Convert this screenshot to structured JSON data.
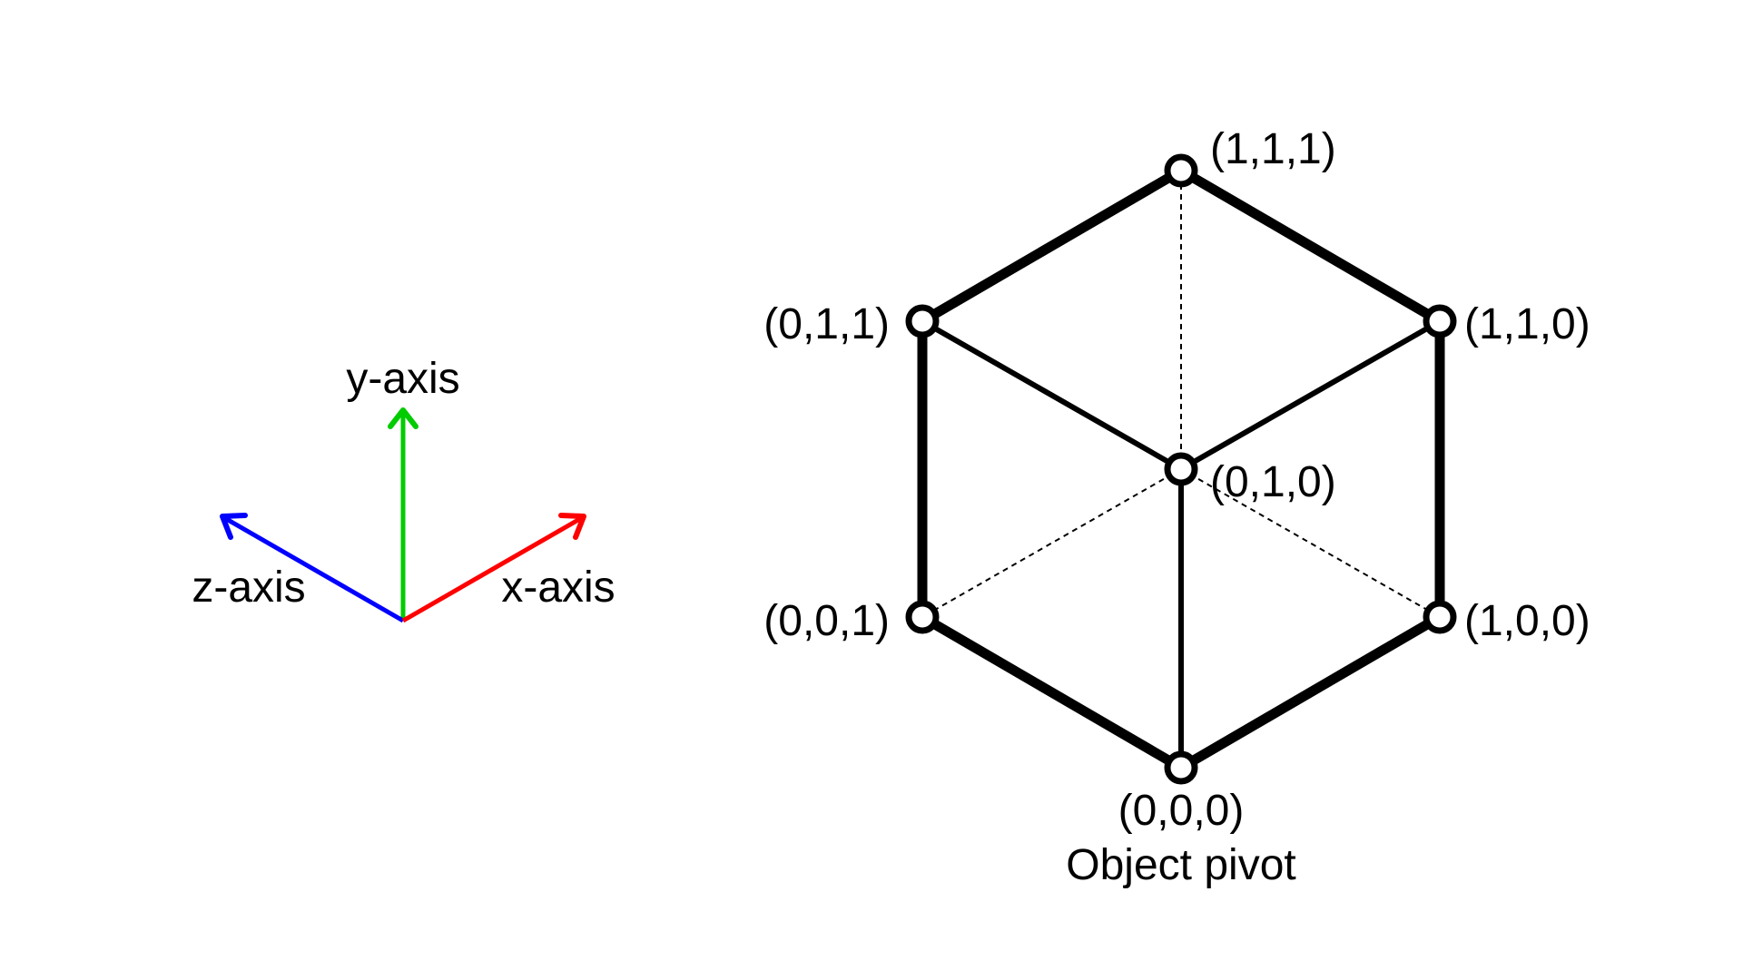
{
  "axes": {
    "y_label": "y-axis",
    "z_label": "z-axis",
    "x_label": "x-axis",
    "colors": {
      "x": "#ff0000",
      "y": "#00cc00",
      "z": "#0000ff"
    }
  },
  "cube": {
    "vertices": {
      "v111": "(1,1,1)",
      "v011": "(0,1,1)",
      "v110": "(1,1,0)",
      "v010": "(0,1,0)",
      "v001": "(0,0,1)",
      "v100": "(1,0,0)",
      "v000": "(0,0,0)"
    },
    "pivot_label": "Object pivot"
  }
}
